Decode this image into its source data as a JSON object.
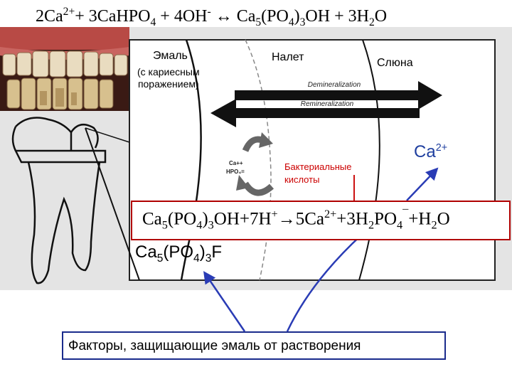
{
  "equations": {
    "top": {
      "p1": "2Ca",
      "s1": "2+",
      "p2": "+ 3CaHPO",
      "b1": "4",
      "p3": " + 4OH",
      "s2": "-",
      "p4": " ↔  Ca",
      "b2": "5",
      "p5": "(PO",
      "b3": "4",
      "p6": ")",
      "b4": "3",
      "p7": "OH + 3H",
      "b5": "2",
      "p8": "O"
    },
    "middle": {
      "p1": "Ca",
      "b1": "5",
      "p2": "(PO",
      "b2": "4",
      "p3": ")",
      "b3": "3",
      "p4": "OH+7H",
      "s1": "+",
      "p5": "→5Ca",
      "s2": "2+",
      "p6": "+3H",
      "b4": "2",
      "p7": "PO",
      "b5": "4",
      "s3": "¯",
      "p8": "+H",
      "b6": "2",
      "p9": "O"
    },
    "fluorapatite": {
      "p1": "Ca",
      "b1": "5",
      "p2": "(PO",
      "b2": "4",
      "p3": ")",
      "b3": "3",
      "p4": "F"
    }
  },
  "labels": {
    "enamel": "Эмаль",
    "enamel_sub_1": "(с кариесным",
    "enamel_sub_2": "поражением)",
    "plaque": "Налет",
    "saliva": "Слюна",
    "demineralization": "Demineralization",
    "remineralization": "Remineralization",
    "acids_1": "Бактериальные",
    "acids_2": "кислоты",
    "ca_ion": "Ca",
    "ca_charge": "2+",
    "cycle_ca": "Ca++",
    "cycle_hpo": "HPO₄=",
    "protective_factors": "Факторы, защищающие эмаль от растворения"
  },
  "colors": {
    "acid_text": "#cc0000",
    "ca_text": "#1f3f9f",
    "arrow_blue": "#2a3cb5",
    "arrow_red": "#cc1111",
    "box_border_red": "#b00000",
    "box_border_blue": "#1a2b8c"
  }
}
